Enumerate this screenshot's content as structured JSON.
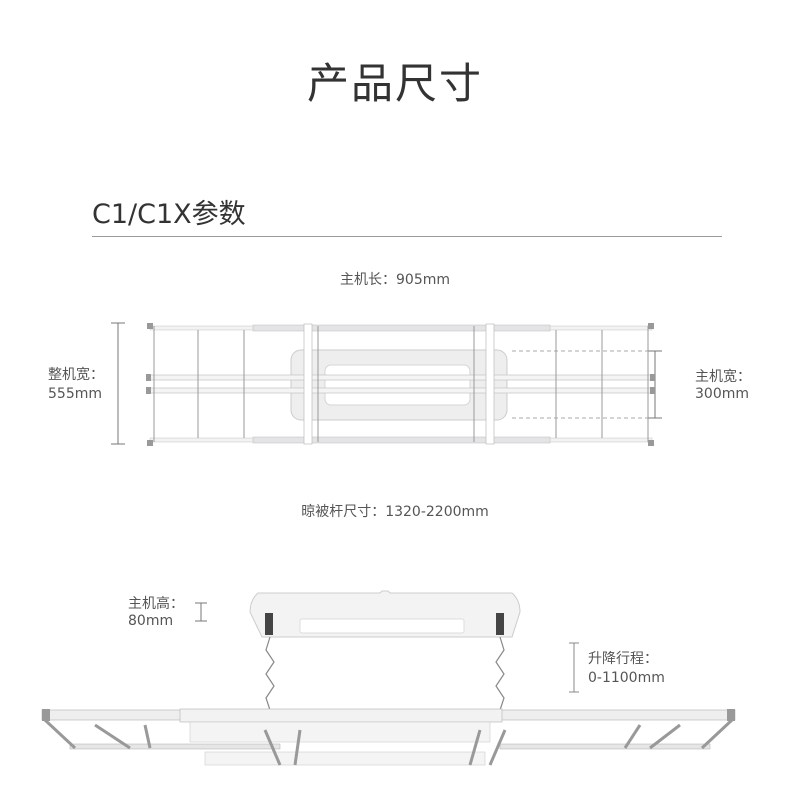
{
  "page_title": "产品尺寸",
  "section_title": "C1/C1X参数",
  "top_view": {
    "host_length": "主机长：905mm",
    "overall_width_label": "整机宽：",
    "overall_width_value": "555mm",
    "host_width_label": "主机宽：",
    "host_width_value": "300mm",
    "quilt_rod_size": "晾被杆尺寸：1320-2200mm"
  },
  "side_view": {
    "host_height_label": "主机高：",
    "host_height_value": "80mm",
    "lift_travel_label": "升降行程：",
    "lift_travel_value": "0-1100mm"
  }
}
